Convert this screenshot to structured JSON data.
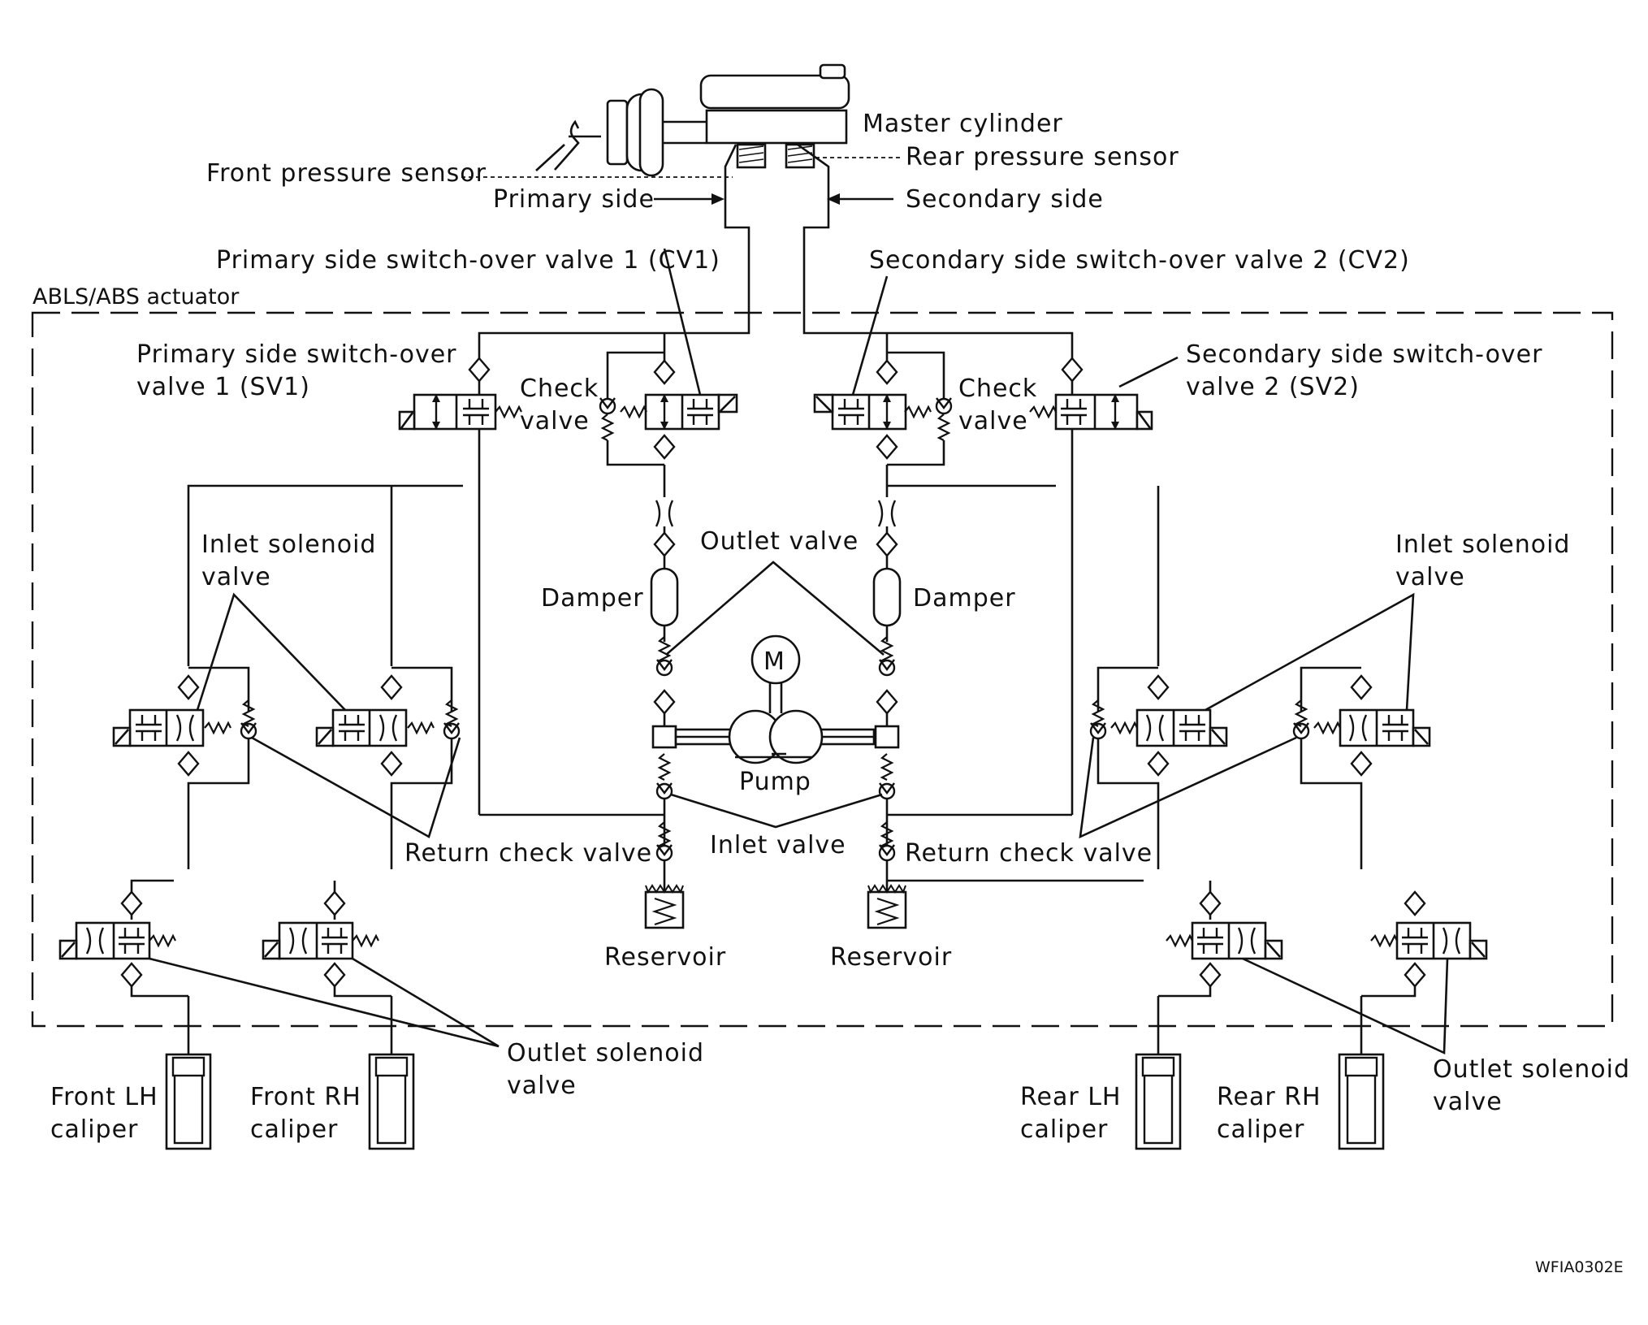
{
  "labels": {
    "master_cylinder": "Master cylinder",
    "front_pressure_sensor": "Front pressure sensor",
    "rear_pressure_sensor": "Rear pressure sensor",
    "primary_side": "Primary side",
    "secondary_side": "Secondary side",
    "cv1": "Primary side switch-over valve 1 (CV1)",
    "cv2": "Secondary side switch-over valve 2 (CV2)",
    "actuator": "ABLS/ABS actuator",
    "sv1_line1": "Primary side switch-over",
    "sv1_line2": "valve 1 (SV1)",
    "sv2_line1": "Secondary side switch-over",
    "sv2_line2": "valve 2 (SV2)",
    "check_valve_left_1": "Check",
    "check_valve_left_2": "valve",
    "check_valve_right_1": "Check",
    "check_valve_right_2": "valve",
    "inlet_solenoid_left_1": "Inlet solenoid",
    "inlet_solenoid_left_2": "valve",
    "inlet_solenoid_right_1": "Inlet solenoid",
    "inlet_solenoid_right_2": "valve",
    "outlet_valve": "Outlet valve",
    "damper_left": "Damper",
    "damper_right": "Damper",
    "motor": "M",
    "pump": "Pump",
    "inlet_valve": "Inlet valve",
    "return_check_left": "Return check valve",
    "return_check_right": "Return check valve",
    "reservoir_left": "Reservoir",
    "reservoir_right": "Reservoir",
    "outlet_solenoid_left_1": "Outlet solenoid",
    "outlet_solenoid_left_2": "valve",
    "outlet_solenoid_right_1": "Outlet solenoid",
    "outlet_solenoid_right_2": "valve",
    "front_lh_1": "Front LH",
    "front_lh_2": "caliper",
    "front_rh_1": "Front RH",
    "front_rh_2": "caliper",
    "rear_lh_1": "Rear  LH",
    "rear_lh_2": "caliper",
    "rear_rh_1": "Rear  RH",
    "rear_rh_2": "caliper",
    "figure_code": "WFIA0302E"
  }
}
